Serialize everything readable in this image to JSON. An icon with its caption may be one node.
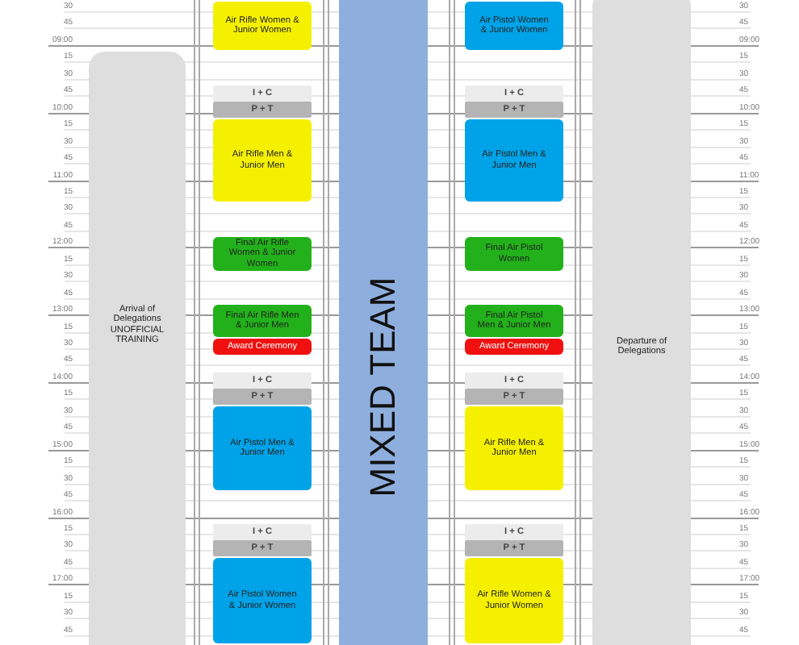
{
  "diagram": {
    "nodes": [
      {
        "text": [
          "Arrival of Delegations UNOFFICIAL TRAINING"
        ]
      },
      {
        "text": [
          "Air Rifle Women & Junior Women"
        ]
      },
      {
        "text": [
          "I + C"
        ]
      },
      {
        "text": [
          "P + T"
        ]
      },
      {
        "text": [
          "Air Rifle Men & Junior Men"
        ]
      },
      {
        "text": [
          "Final Air Rifle Women & Junior Women"
        ]
      },
      {
        "text": [
          "Final Air Rifle Men & Junior Men"
        ]
      },
      {
        "text": [
          "Award Ceremony"
        ]
      },
      {
        "text": [
          "I + C"
        ]
      },
      {
        "text": [
          "P + T"
        ]
      },
      {
        "text": [
          "Air Pistol Men & Junior Men"
        ]
      },
      {
        "text": [
          "I + C"
        ]
      },
      {
        "text": [
          "P + T"
        ]
      },
      {
        "text": [
          "Air Pistol Women & Junior Women"
        ]
      },
      {
        "text": [
          "MIXED TEAM"
        ]
      },
      {
        "text": [
          "Air Pistol Women & Junior Women"
        ]
      },
      {
        "text": [
          "I + C"
        ]
      },
      {
        "text": [
          "P + T"
        ]
      },
      {
        "text": [
          "Air Pistol Men & Junior Men"
        ]
      },
      {
        "text": [
          "Final Air Pistol Women"
        ]
      },
      {
        "text": [
          "Final Air Pistol Men & Junior Men"
        ]
      },
      {
        "text": [
          "Award Ceremony"
        ]
      },
      {
        "text": [
          "I + C"
        ]
      },
      {
        "text": [
          "P + T"
        ]
      },
      {
        "text": [
          "Air Rifle Men & Junior Men"
        ]
      },
      {
        "text": [
          "I + C"
        ]
      },
      {
        "text": [
          "P + T"
        ]
      },
      {
        "text": [
          "Air Rifle Women & Junior Women"
        ]
      },
      {
        "text": [
          "Departure of Delegations"
        ]
      }
    ],
    "labels": [
      "30",
      "45",
      "09:00",
      "15",
      "30",
      "45",
      "10:00",
      "15",
      "30",
      "45",
      "11:00",
      "15",
      "30",
      "45",
      "12:00",
      "15",
      "30",
      "45",
      "13:00",
      "15",
      "30",
      "45",
      "14:00",
      "15",
      "30",
      "45",
      "15:00",
      "15",
      "30",
      "45",
      "16:00",
      "15",
      "30",
      "45",
      "17:00",
      "15",
      "30",
      "45",
      "30",
      "45",
      "09:00",
      "15",
      "30",
      "45",
      "10:00",
      "15",
      "30",
      "45",
      "11:00",
      "15",
      "30",
      "45",
      "12:00",
      "15",
      "30",
      "45",
      "13:00",
      "15",
      "30",
      "45",
      "14:00",
      "15",
      "30",
      "45",
      "15:00",
      "15",
      "30",
      "45",
      "16:00",
      "15",
      "30",
      "45",
      "17:00",
      "15",
      "30",
      "45"
    ]
  }
}
